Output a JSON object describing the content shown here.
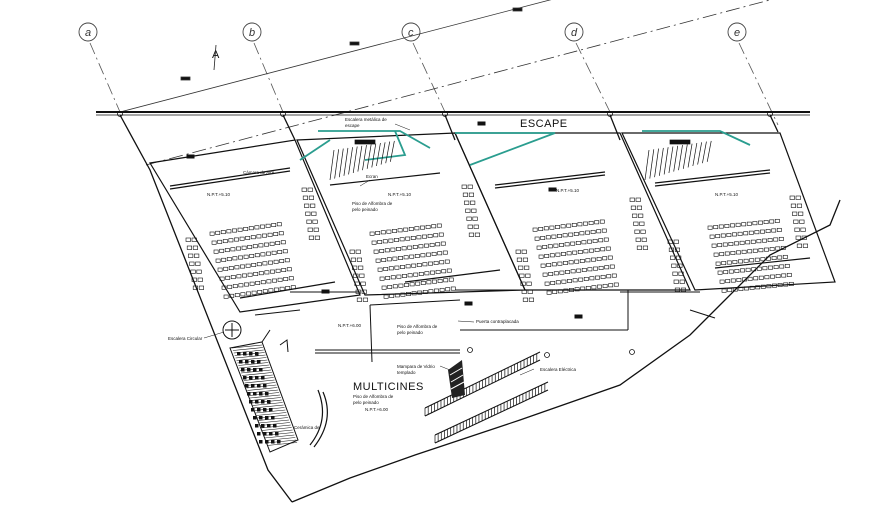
{
  "axes": [
    "a",
    "b",
    "c",
    "d",
    "e"
  ],
  "section_mark": "A",
  "labels": {
    "escape": "ESCAPE",
    "multicines": "MULTICINES",
    "escalera_metalica": [
      "Escalera metálica de",
      "escape"
    ],
    "camara": "Cámara de Aire",
    "ecran": "Ecran",
    "npt_510_a": "N.P.T.+5.10",
    "npt_510_b": "N.P.T.+5.10",
    "npt_510_c": "N.P.T.+5.10",
    "npt_510_d": "N.P.T.+5.10",
    "piso_1": [
      "Piso de Alfombra de",
      "pelo peinado"
    ],
    "npt_600": "N.P.T.+6.00",
    "piso_2": [
      "Piso de Alfombra de",
      "pelo peinado"
    ],
    "puerta": "Puerta contraplacada",
    "escalera_circular": "Escalera Circular",
    "mampara": [
      "Mampara de Vidrio",
      "templado"
    ],
    "escalera_electrica": "Escalera Eléctrica",
    "piso_3": [
      "Piso de Alfombra de",
      "pelo peinado"
    ],
    "npt_600_b": "N.P.T.+6.00",
    "ceramica": "Cerámica de"
  },
  "colors": {
    "line": "#1a1a1a",
    "escape": "#2a9d8f",
    "grid": "#555555"
  }
}
